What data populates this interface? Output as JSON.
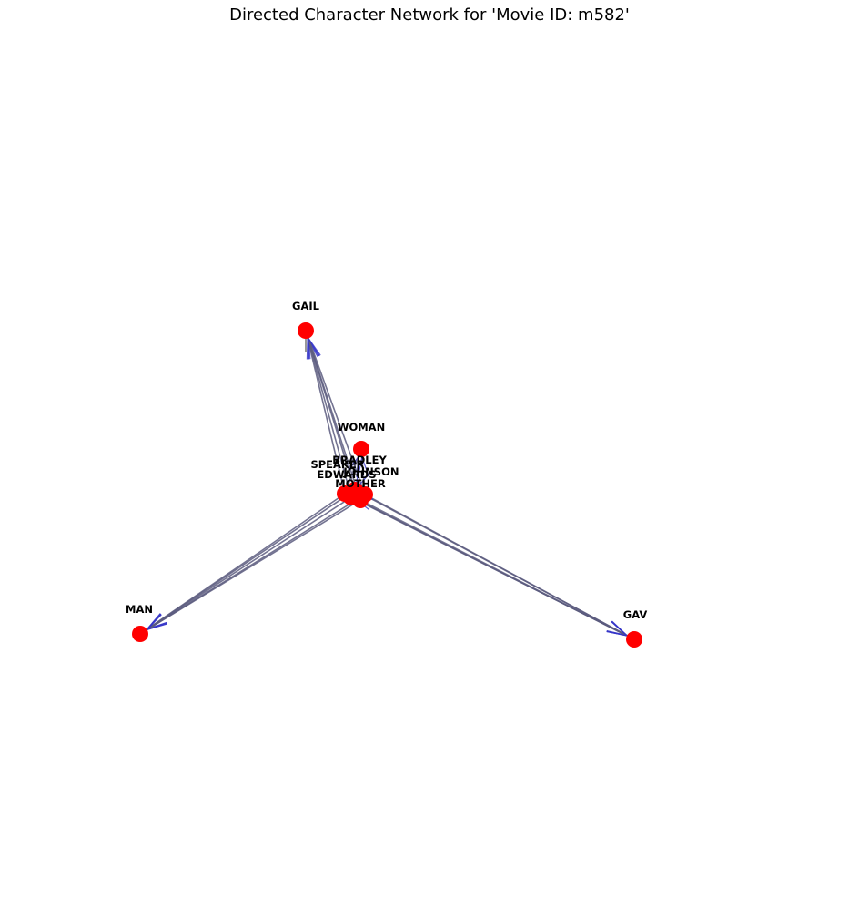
{
  "title": "Directed Character Network for 'Movie ID: m582'",
  "colors": {
    "node": "#ff0000",
    "edge": "#5a5a7e",
    "arrow": "#3535c8",
    "label": "#000000"
  },
  "nodes": [
    {
      "id": "GAIL",
      "label": "GAIL"
    },
    {
      "id": "WOMAN",
      "label": "WOMAN"
    },
    {
      "id": "MAN",
      "label": "MAN"
    },
    {
      "id": "GAV",
      "label": "GAV"
    },
    {
      "id": "SPEAKER",
      "label": "SPEAKER"
    },
    {
      "id": "BRADLEY",
      "label": "BRADLEY"
    },
    {
      "id": "EDWARDS",
      "label": "EDWARDS"
    },
    {
      "id": "JOHNSON",
      "label": "JOHNSON"
    },
    {
      "id": "MOTHER",
      "label": "MOTHER"
    }
  ],
  "edges": [
    {
      "source": "SPEAKER",
      "target": "GAIL"
    },
    {
      "source": "BRADLEY",
      "target": "GAIL"
    },
    {
      "source": "EDWARDS",
      "target": "GAIL"
    },
    {
      "source": "JOHNSON",
      "target": "GAIL"
    },
    {
      "source": "MOTHER",
      "target": "GAIL"
    },
    {
      "source": "SPEAKER",
      "target": "MAN"
    },
    {
      "source": "BRADLEY",
      "target": "MAN"
    },
    {
      "source": "EDWARDS",
      "target": "MAN"
    },
    {
      "source": "JOHNSON",
      "target": "MAN"
    },
    {
      "source": "MOTHER",
      "target": "MAN"
    },
    {
      "source": "SPEAKER",
      "target": "GAV"
    },
    {
      "source": "BRADLEY",
      "target": "GAV"
    },
    {
      "source": "EDWARDS",
      "target": "GAV"
    },
    {
      "source": "JOHNSON",
      "target": "GAV"
    },
    {
      "source": "MOTHER",
      "target": "GAV"
    },
    {
      "source": "SPEAKER",
      "target": "WOMAN"
    },
    {
      "source": "JOHNSON",
      "target": "WOMAN"
    },
    {
      "source": "BRADLEY",
      "target": "EDWARDS"
    },
    {
      "source": "MOTHER",
      "target": "SPEAKER"
    }
  ]
}
